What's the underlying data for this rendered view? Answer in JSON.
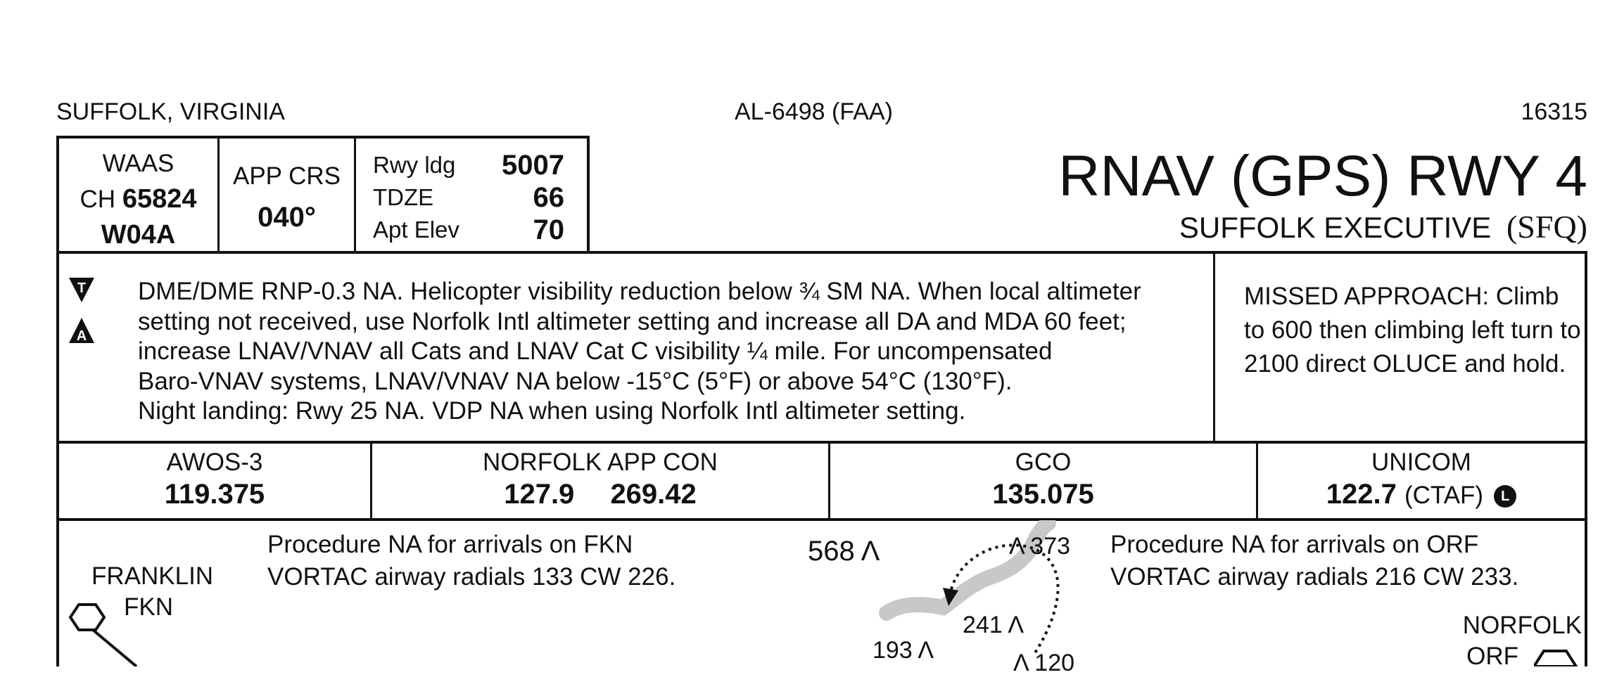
{
  "header": {
    "location": "SUFFOLK, VIRGINIA",
    "chart_id": "AL-6498 (FAA)",
    "chart_number": "16315"
  },
  "briefing": {
    "waas_label": "WAAS",
    "waas_ch_prefix": "CH",
    "waas_ch": "65824",
    "waas_id": "W04A",
    "app_crs_label": "APP CRS",
    "app_crs_value": "040°",
    "rwy_ldg_label": "Rwy ldg",
    "rwy_ldg_value": "5007",
    "tdze_label": "TDZE",
    "tdze_value": "66",
    "apt_elev_label": "Apt Elev",
    "apt_elev_value": "70"
  },
  "title": {
    "procedure": "RNAV (GPS) RWY 4",
    "airport": "SUFFOLK EXECUTIVE",
    "airport_id": "(SFQ)"
  },
  "notes": {
    "symbol_t": "T",
    "symbol_a": "A",
    "lines": [
      "DME/DME RNP-0.3 NA. Helicopter visibility reduction below ¾ SM NA. When local altimeter",
      "setting not received, use Norfolk Intl altimeter setting and increase all DA and MDA 60 feet;",
      "increase LNAV/VNAV all Cats and LNAV Cat C visibility ¼ mile. For uncompensated",
      "Baro-VNAV systems, LNAV/VNAV NA below -15°C (5°F) or above 54°C (130°F).",
      "Night landing: Rwy 25 NA. VDP NA when using Norfolk Intl altimeter setting."
    ],
    "missed_approach": "MISSED APPROACH: Climb to 600 then climbing left turn to 2100 direct OLUCE and hold."
  },
  "comms": {
    "awos_label": "AWOS-3",
    "awos_freq": "119.375",
    "app_label": "NORFOLK APP CON",
    "app_freq_1": "127.9",
    "app_freq_2": "269.42",
    "gco_label": "GCO",
    "gco_freq": "135.075",
    "unicom_label": "UNICOM",
    "unicom_freq": "122.7",
    "unicom_suffix": "(CTAF)",
    "unicom_symbol": "L"
  },
  "plan": {
    "note_left_1": "Procedure NA for arrivals on FKN",
    "note_left_2": "VORTAC airway radials 133 CW 226.",
    "note_right_1": "Procedure NA for arrivals on ORF",
    "note_right_2": "VORTAC airway radials 216 CW 233.",
    "franklin_name": "FRANKLIN",
    "franklin_id": "FKN",
    "norfolk_name": "NORFOLK",
    "norfolk_id": "ORF",
    "obstacles": [
      "568",
      "373",
      "241",
      "193",
      "120"
    ]
  },
  "colors": {
    "ink": "#111111",
    "water": "#c8c8c8",
    "background": "#ffffff"
  }
}
